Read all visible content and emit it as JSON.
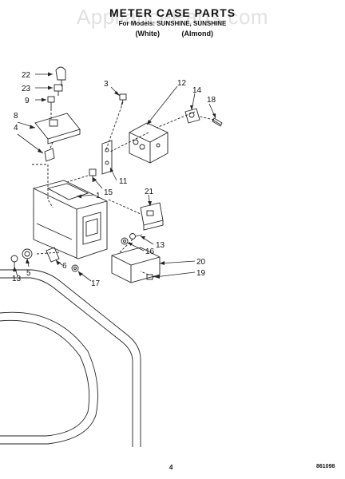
{
  "watermark": "ApplianceParts.com",
  "title": "METER CASE PARTS",
  "subtitle": "For Models: SUNSHINE, SUNSHINE",
  "variants": [
    "(White)",
    "(Almond)"
  ],
  "page_number": "4",
  "doc_code": "861098",
  "callouts": {
    "c1": "1",
    "c3": "3",
    "c4": "4",
    "c5": "5",
    "c6": "6",
    "c8": "8",
    "c9": "9",
    "c11": "11",
    "c12": "12",
    "c13a": "13",
    "c13b": "13",
    "c14": "14",
    "c15": "15",
    "c16": "16",
    "c17": "17",
    "c18": "18",
    "c19": "19",
    "c20": "20",
    "c21": "21",
    "c22": "22",
    "c23": "23"
  }
}
